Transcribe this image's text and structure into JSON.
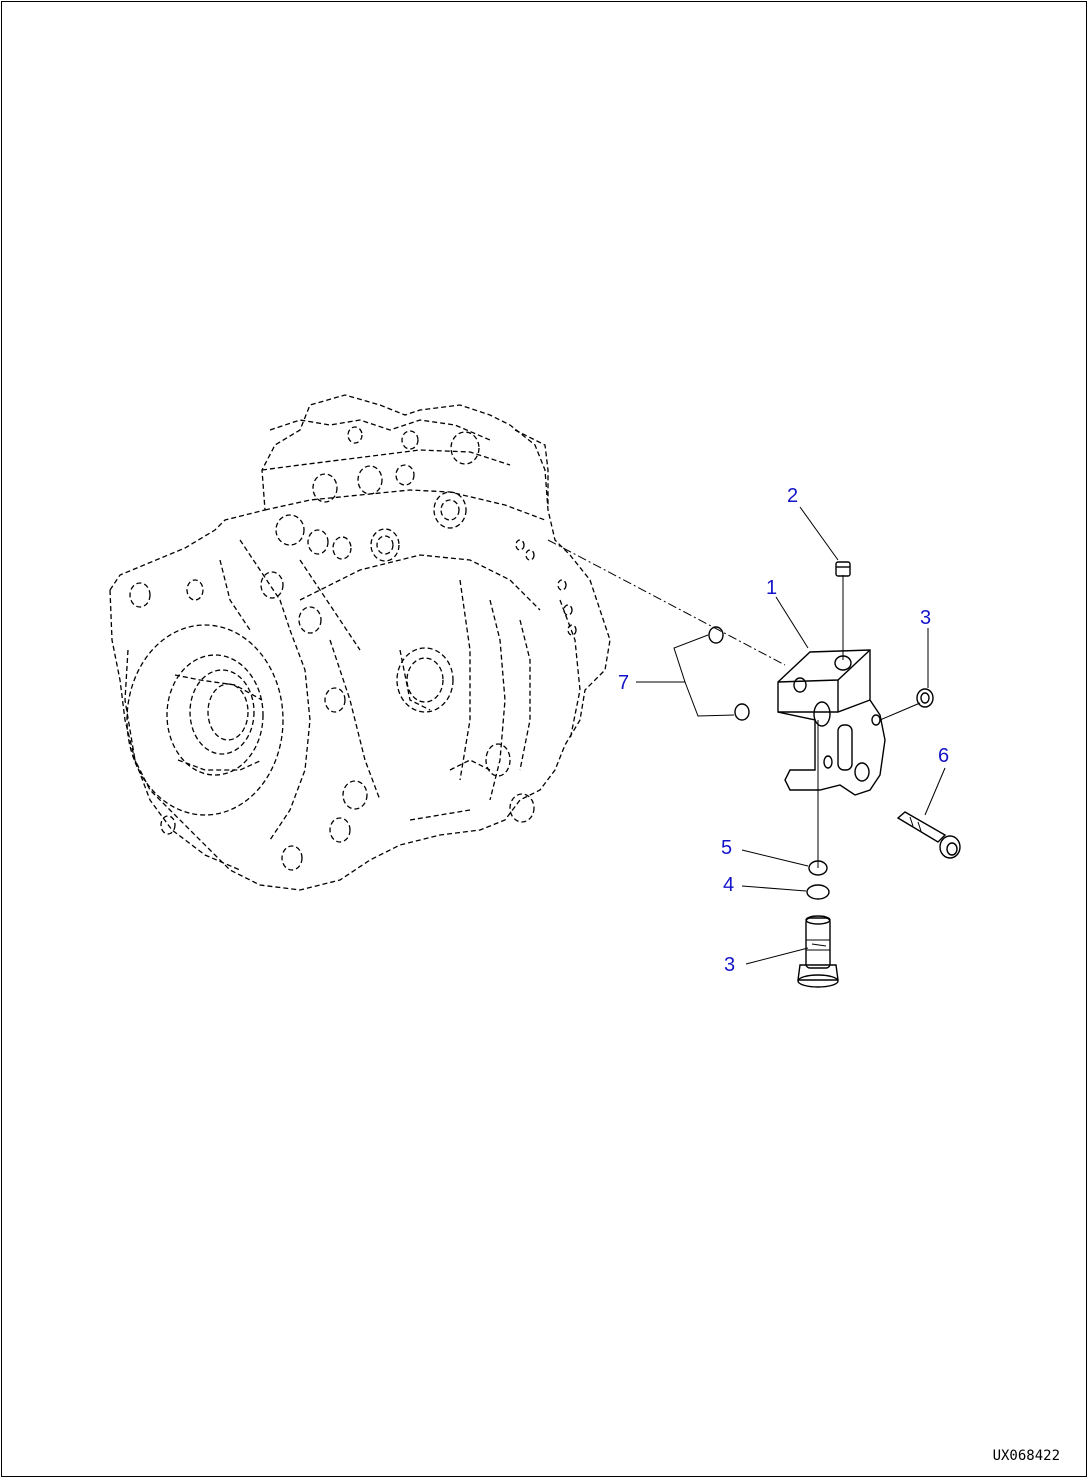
{
  "callouts": [
    {
      "id": "c1",
      "number": "1"
    },
    {
      "id": "c2",
      "number": "2"
    },
    {
      "id": "c3a",
      "number": "3"
    },
    {
      "id": "c6",
      "number": "6"
    },
    {
      "id": "c7",
      "number": "7"
    },
    {
      "id": "c5",
      "number": "5"
    },
    {
      "id": "c4",
      "number": "4"
    },
    {
      "id": "c3b",
      "number": "3"
    }
  ],
  "reference_code": "UX068422",
  "colors": {
    "callout": "#1414c8",
    "line": "#000000",
    "background": "#ffffff"
  }
}
